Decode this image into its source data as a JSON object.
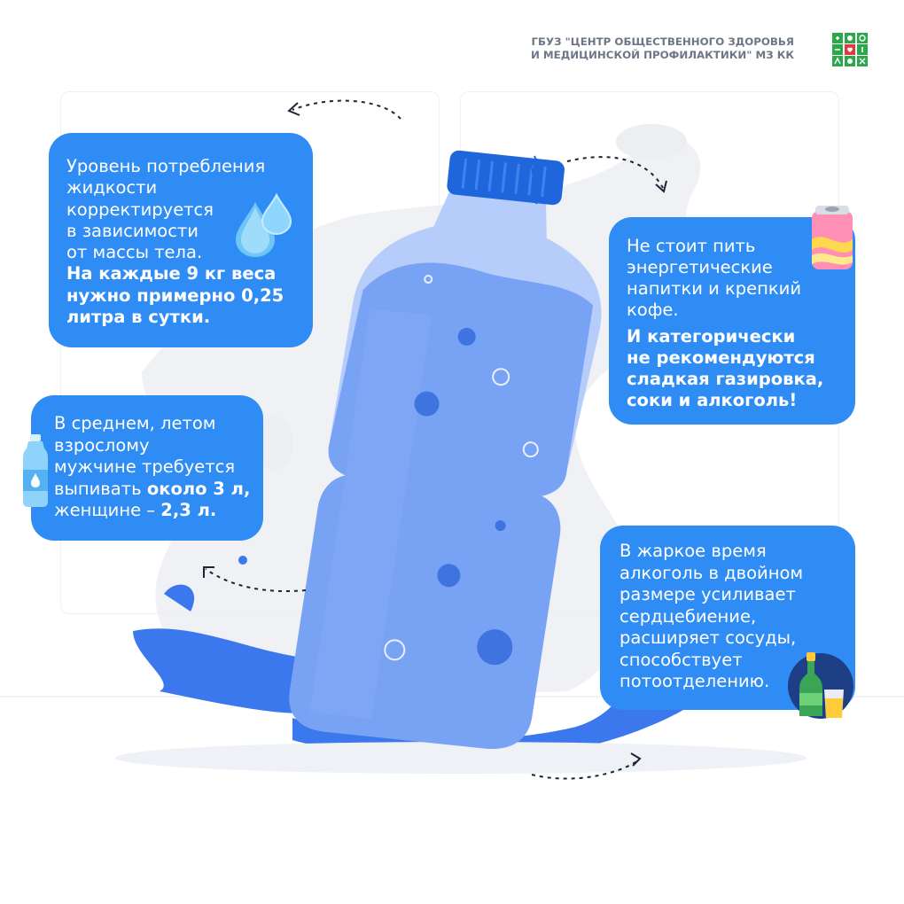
{
  "header": {
    "org_line1": "ГБУЗ \"ЦЕНТР ОБЩЕСТВЕННОГО ЗДОРОВЬЯ",
    "org_line2": "И МЕДИЦИНСКОЙ ПРОФИЛАКТИКИ\" МЗ КК",
    "logo_icon": "health-center-logo-icon"
  },
  "cards": {
    "body_weight": {
      "lines": [
        "Уровень потребления",
        "жидкости",
        "корректируется",
        "в зависимости",
        "от массы тела."
      ],
      "bold_lines": [
        "На каждые 9 кг веса",
        "нужно примерно 0,25",
        "литра в сутки."
      ],
      "icon": "water-drops-icon"
    },
    "daily_need": {
      "line1": "В среднем, летом",
      "line2": "взрослому",
      "line3": "мужчине требуется",
      "line4_regular": "выпивать ",
      "line4_bold": "около 3 л,",
      "line5_regular": "женщине – ",
      "line5_bold": "2,3 л.",
      "icon": "water-bottle-icon"
    },
    "avoid_drinks": {
      "lines": [
        "Не стоит пить",
        "энергетические",
        "напитки и крепкий",
        "кофе."
      ],
      "bold_lines": [
        "И категорически",
        "не рекомендуются",
        "сладкая газировка,",
        "соки  и алкоголь!"
      ],
      "icon": "soda-can-icon"
    },
    "alcohol_heat": {
      "lines": [
        "В жаркое время",
        "алкоголь в двойном",
        "размере усиливает",
        "сердцебиение,",
        "расширяет сосуды,",
        "способствует",
        "потоотделению."
      ],
      "icon": "bottle-and-glass-icon"
    }
  },
  "colors": {
    "card_blue": "#2f8cf4",
    "bottle_cap": "#1f66dc",
    "bottle_body": "#8fb5fb",
    "water": "#5f8fef",
    "splash": "#3b78ee",
    "text_white": "#ffffff",
    "header_gray": "#6c7786"
  }
}
